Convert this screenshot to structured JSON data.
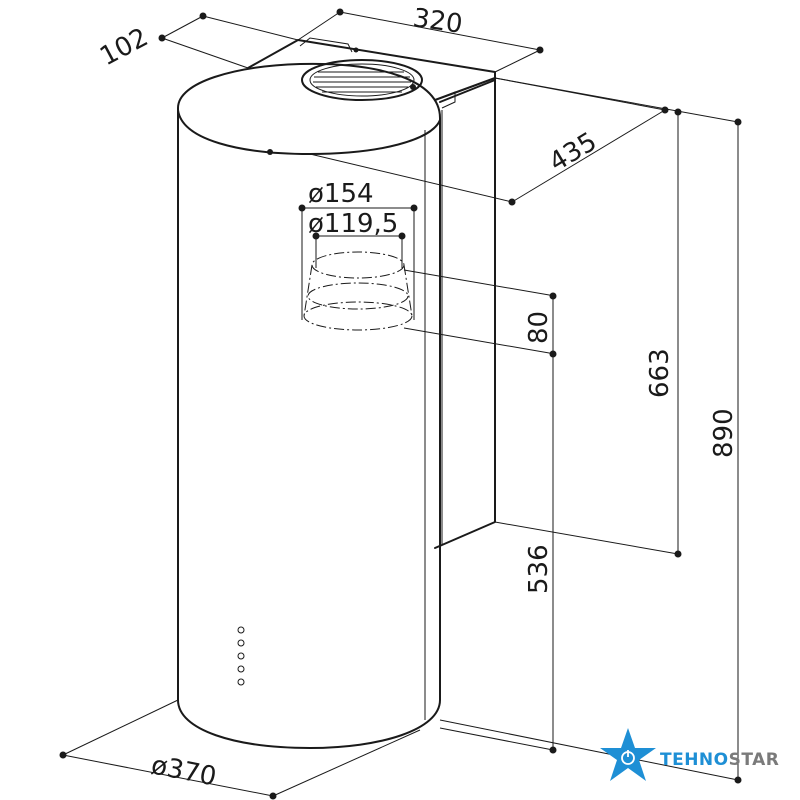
{
  "dimensions": {
    "top_width": "320",
    "depth_offset": "102",
    "depth": "435",
    "outer_duct_diameter": "ø154",
    "inner_duct_diameter": "ø119,5",
    "duct_height": "80",
    "total_height": "890",
    "chimney_height": "663",
    "lower_height": "536",
    "body_diameter": "ø370"
  },
  "logo": {
    "text_part1": "TEHNO",
    "text_part2": "STAR",
    "color_primary": "#1e8fd5",
    "color_secondary": "#7a7a7a"
  },
  "colors": {
    "line": "#1a1a1a"
  },
  "icons": {
    "logo_mark": "star-power-icon"
  }
}
